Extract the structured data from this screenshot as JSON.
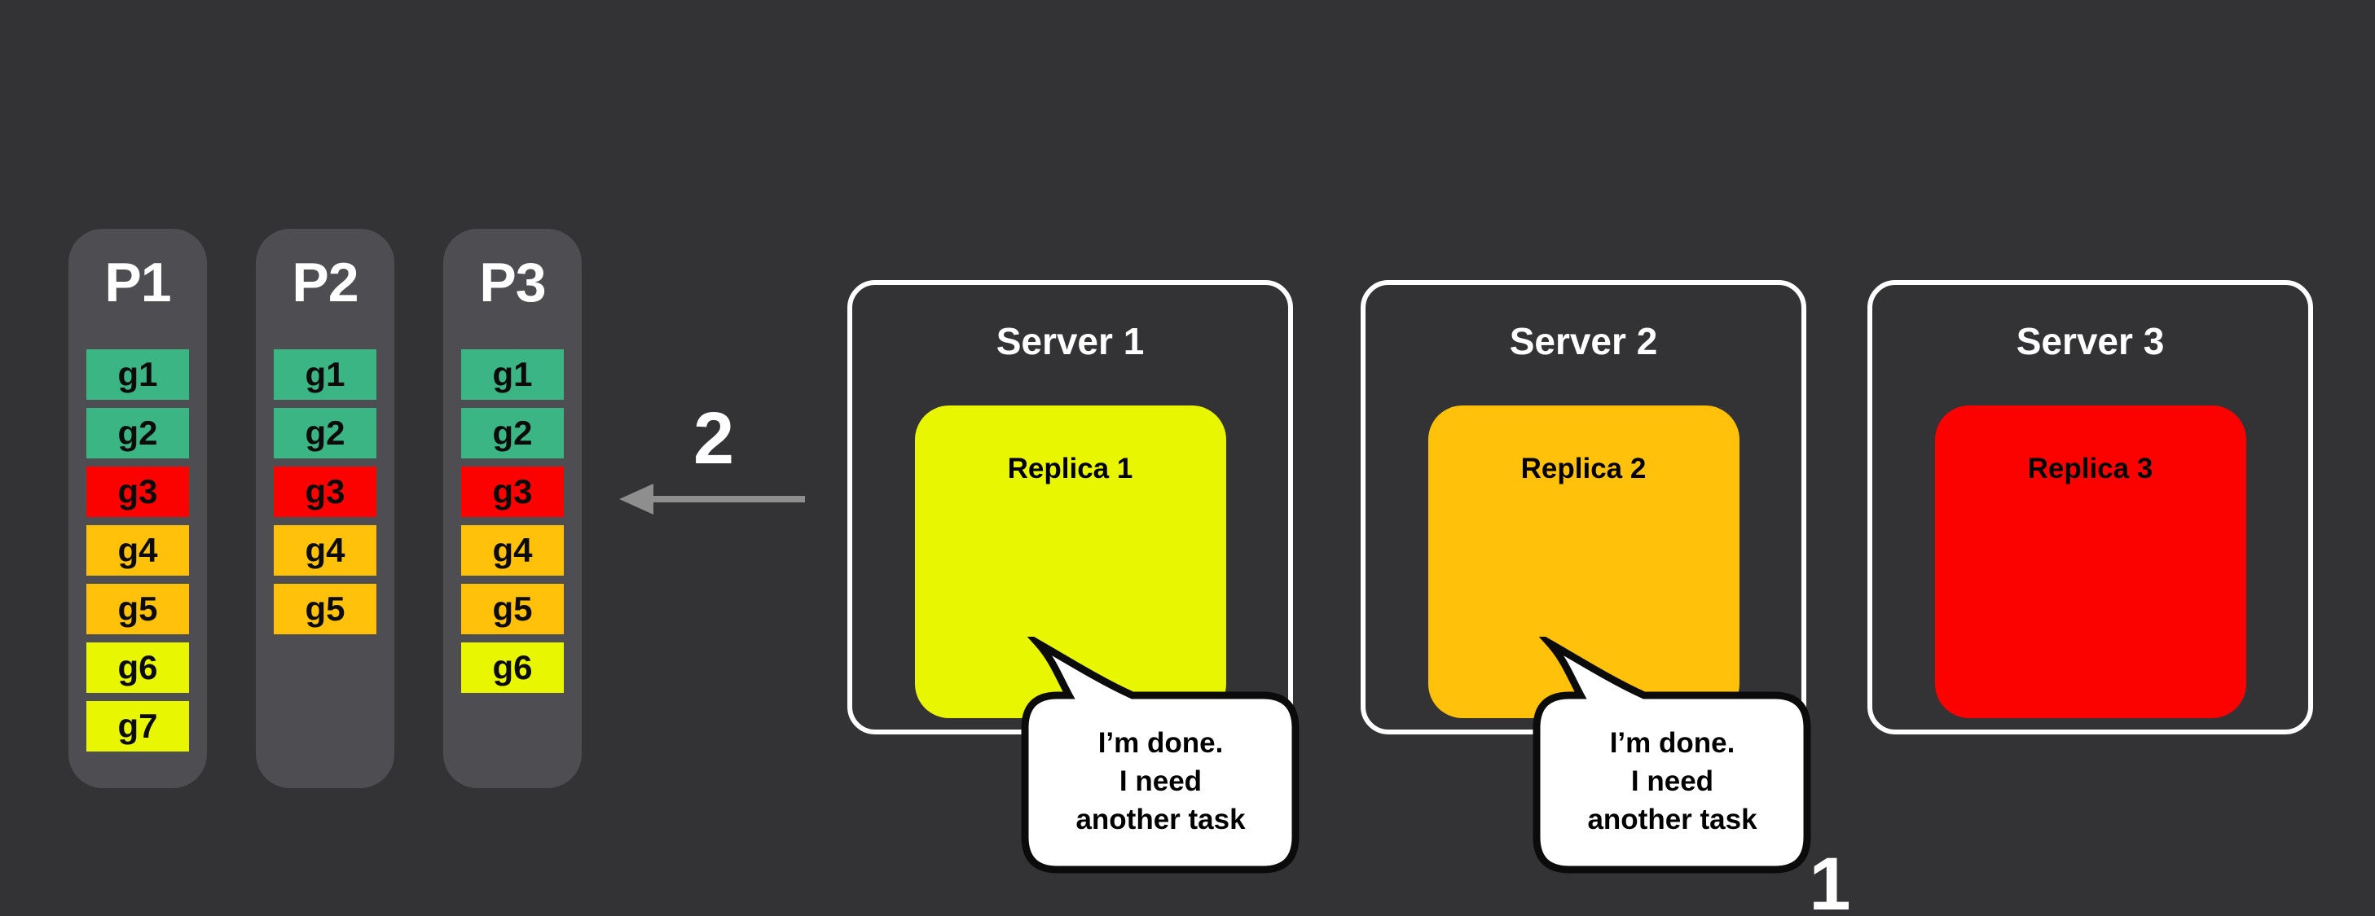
{
  "colors": {
    "page_bg": "#333234",
    "partition_bg": "#4E4E52",
    "task_green": "#3CB584",
    "task_red": "#FB0200",
    "task_amber": "#FFC10A",
    "task_yellow": "#E9F602",
    "server_border": "#FFFFFF",
    "server_title_text": "#FFFFFF",
    "replica_title_text": "#000000",
    "arrow_gray": "#8E8E8E",
    "bubble_bg": "#FFFFFF",
    "bubble_border": "#0B0B0B",
    "step_number_text": "#FFFFFF"
  },
  "partitions": [
    {
      "title": "P1",
      "tasks": [
        {
          "label": "g1",
          "color": "#3CB584"
        },
        {
          "label": "g2",
          "color": "#3CB584"
        },
        {
          "label": "g3",
          "color": "#FB0200"
        },
        {
          "label": "g4",
          "color": "#FFC10A"
        },
        {
          "label": "g5",
          "color": "#FFC10A"
        },
        {
          "label": "g6",
          "color": "#E9F602"
        },
        {
          "label": "g7",
          "color": "#E9F602"
        }
      ]
    },
    {
      "title": "P2",
      "tasks": [
        {
          "label": "g1",
          "color": "#3CB584"
        },
        {
          "label": "g2",
          "color": "#3CB584"
        },
        {
          "label": "g3",
          "color": "#FB0200"
        },
        {
          "label": "g4",
          "color": "#FFC10A"
        },
        {
          "label": "g5",
          "color": "#FFC10A"
        }
      ]
    },
    {
      "title": "P3",
      "tasks": [
        {
          "label": "g1",
          "color": "#3CB584"
        },
        {
          "label": "g2",
          "color": "#3CB584"
        },
        {
          "label": "g3",
          "color": "#FB0200"
        },
        {
          "label": "g4",
          "color": "#FFC10A"
        },
        {
          "label": "g5",
          "color": "#FFC10A"
        },
        {
          "label": "g6",
          "color": "#E9F602"
        }
      ]
    }
  ],
  "servers": [
    {
      "title": "Server 1",
      "replica": {
        "label": "Replica 1",
        "color": "#E9F602"
      },
      "bubble": {
        "line1": "I’m done.",
        "line2": "I need",
        "line3": "another task"
      }
    },
    {
      "title": "Server 2",
      "replica": {
        "label": "Replica 2",
        "color": "#FFC10A"
      },
      "bubble": {
        "line1": "I’m done.",
        "line2": "I need",
        "line3": "another task"
      }
    },
    {
      "title": "Server 3",
      "replica": {
        "label": "Replica 3",
        "color": "#FB0200"
      }
    }
  ],
  "steps": {
    "step2_label": "2",
    "step2_arrow_icon": "arrow-left-icon",
    "step1_label": "1"
  }
}
